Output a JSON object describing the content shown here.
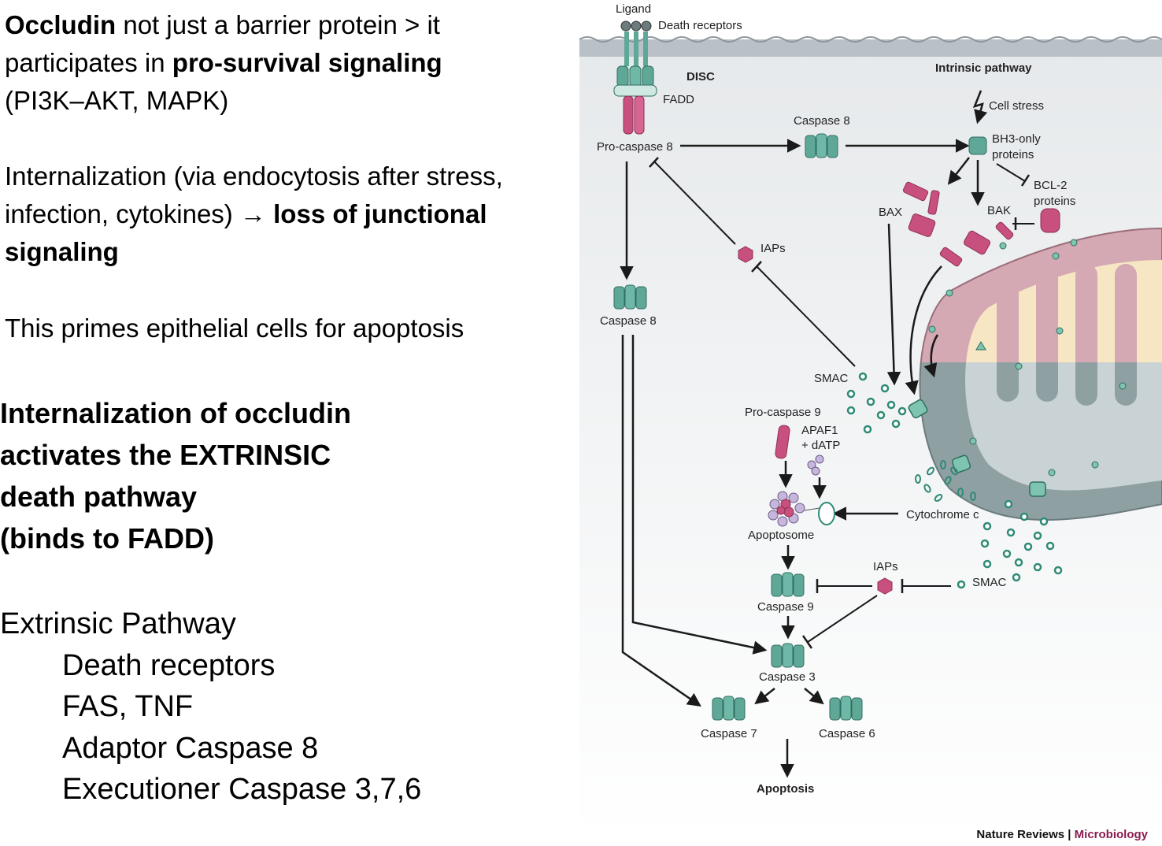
{
  "left": {
    "p1": {
      "t1": "Occludin",
      "t2": " not just a barrier protein > it participates in ",
      "t3": "pro-survival signaling",
      "t4": " (PI3K–AKT, MAPK)"
    },
    "p2": {
      "t1": "Internalization (via endocytosis after stress, infection, cytokines) → ",
      "t2": "loss of junctional signaling"
    },
    "p3": "This primes epithelial cells for apoptosis",
    "heading": [
      "Internalization of occludin",
      "activates the EXTRINSIC",
      "death pathway",
      "(binds to FADD)"
    ],
    "extrinsic": {
      "title": "Extrinsic Pathway",
      "items": [
        "Death receptors",
        "FAS, TNF",
        "Adaptor Caspase 8",
        "Executioner Caspase 3,7,6"
      ]
    }
  },
  "figure": {
    "ligand": "Ligand",
    "death_receptors": "Death receptors",
    "disc": "DISC",
    "fadd": "FADD",
    "procaspase8": "Pro-caspase 8",
    "caspase8_top": "Caspase 8",
    "caspase8_left": "Caspase 8",
    "intrinsic": "Intrinsic pathway",
    "cell_stress": "Cell stress",
    "bh3_1": "BH3-only",
    "bh3_2": "proteins",
    "bcl2_1": "BCL-2",
    "bcl2_2": "proteins",
    "bax": "BAX",
    "bak": "BAK",
    "iaps_top": "IAPs",
    "smac_top": "SMAC",
    "procaspase9": "Pro-caspase 9",
    "apaf_1": "APAF1",
    "apaf_2": "+ dATP",
    "cytochrome": "Cytochrome c",
    "apoptosome": "Apoptosome",
    "iaps_bottom": "IAPs",
    "smac_bottom": "SMAC",
    "caspase9": "Caspase 9",
    "caspase3": "Caspase 3",
    "caspase7": "Caspase 7",
    "caspase6": "Caspase 6",
    "apoptosis": "Apoptosis",
    "credit_a": "Nature Reviews",
    "credit_sep": " | ",
    "credit_b": "Microbiology",
    "colors": {
      "teal": "#5fa898",
      "magenta": "#c8507e",
      "membrane": "#b9c1c6",
      "cyto": "#e9ecee",
      "mito_outer": "#d4a9b4",
      "mito_inner": "#f6e6c3"
    }
  }
}
